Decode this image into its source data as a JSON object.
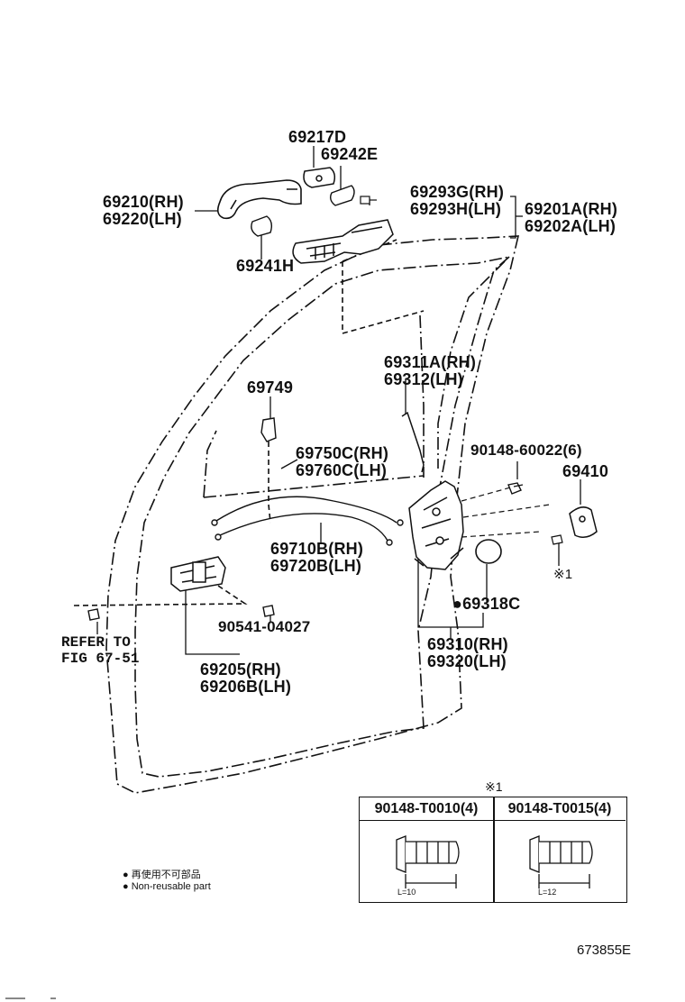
{
  "figure_number": "673855E",
  "parts": {
    "p69217d": "69217D",
    "p69242e": "69242E",
    "p69210": "69210(RH)",
    "p69220": "69220(LH)",
    "p69293g": "69293G(RH)",
    "p69293h": "69293H(LH)",
    "p69201a": "69201A(RH)",
    "p69202a": "69202A(LH)",
    "p69241h": "69241H",
    "p69311a": "69311A(RH)",
    "p69312": "69312(LH)",
    "p69749": "69749",
    "p69750c": "69750C(RH)",
    "p69760c": "69760C(LH)",
    "p90148_60022": "90148-60022(6)",
    "p69410": "69410",
    "p69710b": "69710B(RH)",
    "p69720b": "69720B(LH)",
    "p69318c": "●69318C",
    "p90541": "90541-04027",
    "p69205": "69205(RH)",
    "p69206b": "69206B(LH)",
    "p69310": "69310(RH)",
    "p69320": "69320(LH)",
    "screw_mark": "※1"
  },
  "refer": {
    "line1": "REFER TO",
    "line2": "FIG 67-51"
  },
  "screw_table": {
    "mark": "※1",
    "col1_header": "90148-T0010(4)",
    "col2_header": "90148-T0015(4)",
    "col1_length": "L=10",
    "col2_length": "L=12"
  },
  "notes": {
    "jp": "● 再使用不可部品",
    "en": "● Non-reusable part"
  },
  "colors": {
    "ink": "#111111",
    "background": "#ffffff"
  }
}
